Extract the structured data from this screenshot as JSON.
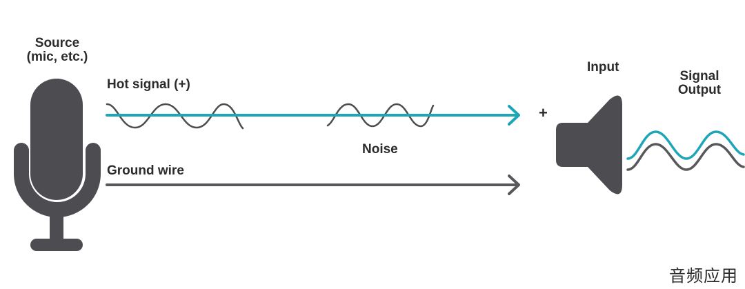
{
  "labels": {
    "source_line1": "Source",
    "source_line2": "(mic, etc.)",
    "hot_signal": "Hot signal (+)",
    "ground_wire": "Ground wire",
    "noise": "Noise",
    "input": "Input",
    "plus": "+",
    "output_line1": "Signal",
    "output_line2": "Output"
  },
  "watermark": "音频应用",
  "colors": {
    "hot_signal": "#1ea5b8",
    "ground": "#58585c",
    "dark": "#4d4d51",
    "text": "#2b2b2d"
  },
  "icons": {
    "source": "microphone-icon",
    "input": "speaker-icon"
  }
}
